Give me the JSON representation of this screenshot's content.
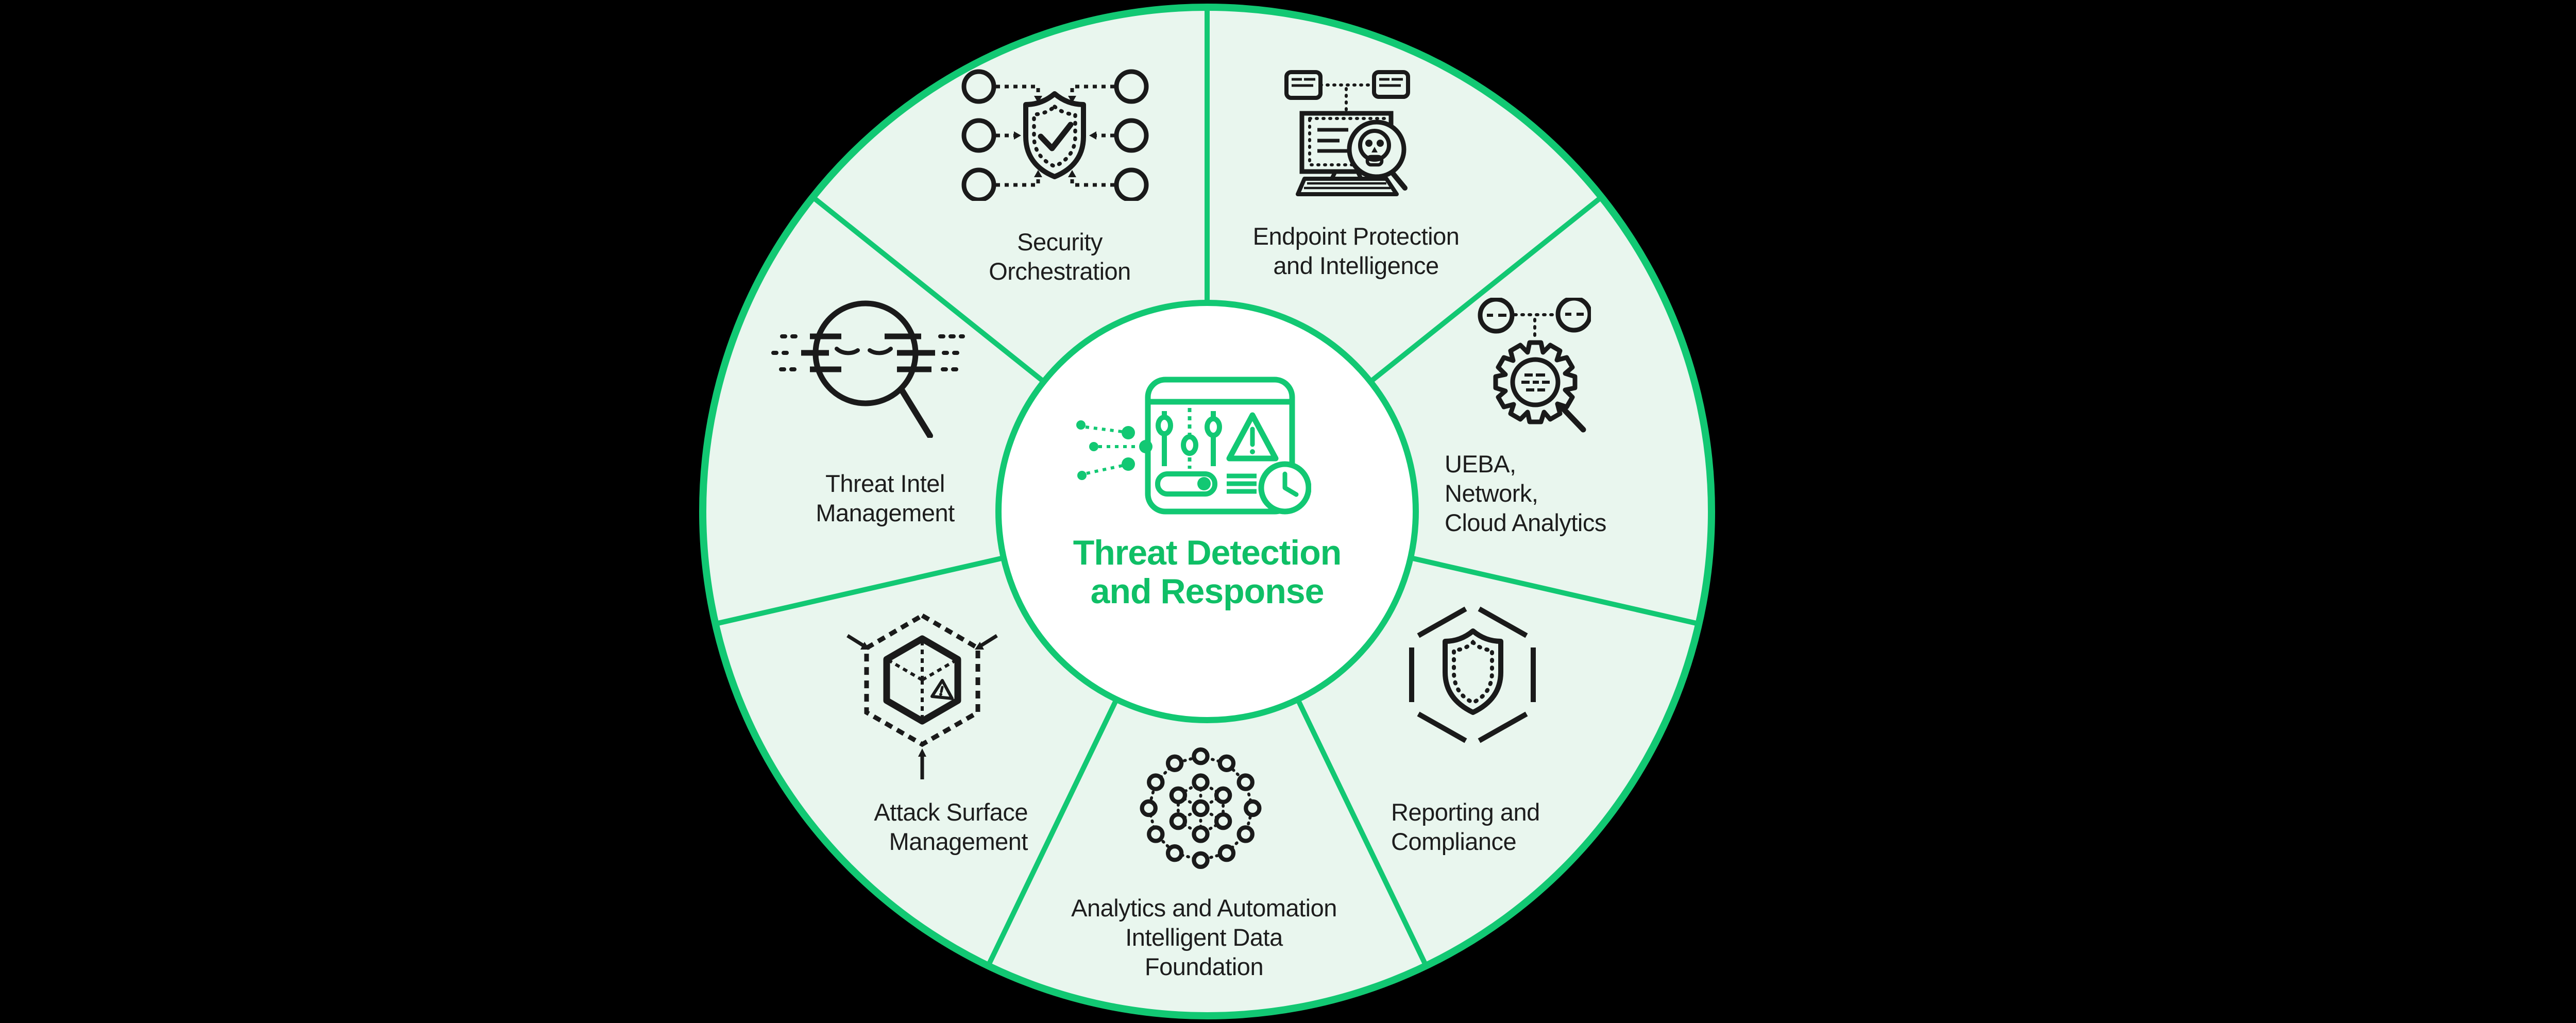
{
  "diagram": {
    "title": "Threat Detection\nand Response",
    "center_icon": "threat-detection-console-icon",
    "colors": {
      "background": "#000000",
      "segment_fill": "#e9f6ee",
      "wheel_stroke": "#12c873",
      "title_green": "#0fbf66",
      "label_color": "#1d1d1d",
      "icon_color": "#1a1a1a",
      "center_fill": "#ffffff"
    },
    "segments": [
      {
        "id": "endpoint-protection",
        "label": "Endpoint Protection\nand Intelligence",
        "icon": "endpoint-malware-scan-icon"
      },
      {
        "id": "ueba-analytics",
        "label": "UEBA,\nNetwork,\nCloud Analytics",
        "icon": "gear-magnifier-analytics-icon"
      },
      {
        "id": "reporting-compliance",
        "label": "Reporting and\nCompliance",
        "icon": "hexagon-shield-icon"
      },
      {
        "id": "analytics-automation",
        "label": "Analytics and Automation\nIntelligent Data\nFoundation",
        "icon": "data-node-cluster-icon"
      },
      {
        "id": "attack-surface",
        "label": "Attack Surface\nManagement",
        "icon": "cube-attack-vectors-icon"
      },
      {
        "id": "threat-intel",
        "label": "Threat Intel\nManagement",
        "icon": "spy-magnifier-icon"
      },
      {
        "id": "security-orchestration",
        "label": "Security\nOrchestration",
        "icon": "shield-check-orchestration-icon"
      }
    ]
  }
}
